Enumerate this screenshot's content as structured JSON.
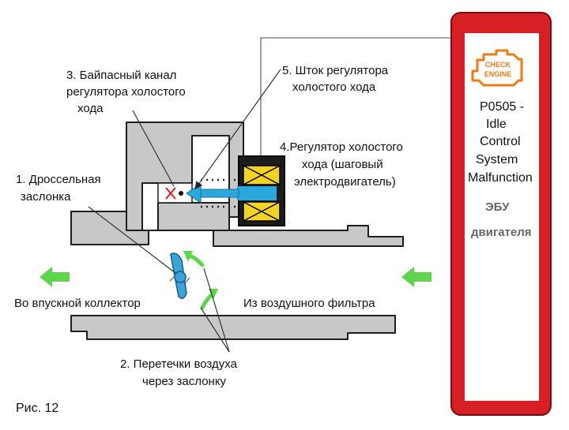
{
  "labels": {
    "bypass_channel": [
      "3. Байпасный канал",
      "регулятора холостого",
      "хода"
    ],
    "idle_rod": [
      "5. Шток регулятора",
      "холостого хода"
    ],
    "idle_regulator": [
      "4.Регулятор холостого",
      "хода (шаговый",
      "электродвигатель)"
    ],
    "throttle": [
      "1. Дроссельная",
      "заслонка"
    ],
    "to_manifold": "Во впускной коллектор",
    "from_filter": "Из воздушного фильтра",
    "leakage": [
      "2. Перетечки воздуха",
      "через заслонку"
    ],
    "figure": "Рис. 12"
  },
  "ecu": {
    "check_engine": [
      "CHECK",
      "ENGINE"
    ],
    "code": [
      "P0505 -",
      "Idle",
      "Control",
      "System",
      "Malfunction"
    ],
    "caption": [
      "ЭБУ",
      "двигателя"
    ]
  },
  "colors": {
    "ecu_red": "#d91f26",
    "body_gray": "#c8c8c8",
    "rod_blue": "#2aa8dd",
    "arrow_green": "#5ed54a",
    "flap_blue": "#3aa3d8",
    "coil_yellow": "#f2d421",
    "check_orange": "#f07a12"
  },
  "icons": {
    "blocked": "x-mark-icon",
    "engine": "check-engine-icon"
  }
}
